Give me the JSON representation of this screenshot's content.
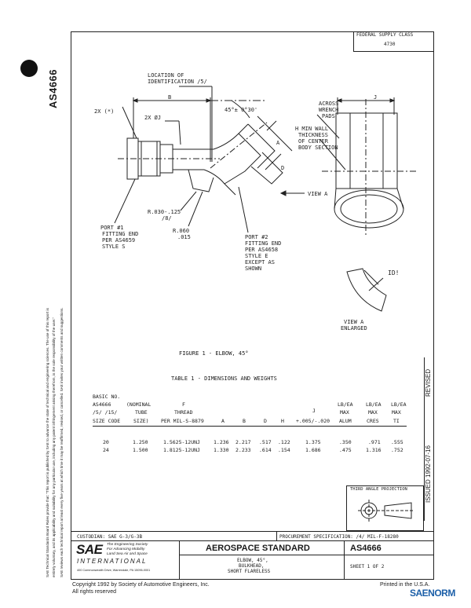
{
  "side": {
    "doc_number": "AS4666",
    "disclaimer_1": "SAE Technical Standards Board Rules provide that: \"This report is published by SAE to advance the state of technical and engineering sciences. The use of this report is",
    "disclaimer_2": "entirely voluntary, and its applicability and suitability for any particular use, including any patent infringement arising therefrom, is the sole responsibility of the user.\"",
    "disclaimer_3": "SAE reviews each technical report at least every five years at which time it may be reaffirmed, revised, or cancelled. SAE invites your written comments and suggestions."
  },
  "header": {
    "supply_class_label": "FEDERAL SUPPLY CLASS",
    "supply_class_value": "4730"
  },
  "revision": {
    "revised": "REVISED",
    "issued": "ISSUED 1992-07-16"
  },
  "drawing": {
    "loc_id_1": "LOCATION OF",
    "loc_id_2": "IDENTIFICATION /5/",
    "dim_b": "B",
    "dim_2x_top": "2X (*)",
    "dim_2x_j": "2X ØJ",
    "angle": "45°± 0°30'",
    "dim_a": "A",
    "dim_d": "D",
    "view_a": "VIEW A",
    "radius_1": "R.030-.125",
    "radius_1b": "/8/",
    "radius_2": "R.060",
    "radius_2b": ".015",
    "port1_1": "PORT #1",
    "port1_2": "FITTING END",
    "port1_3": "PER AS4659",
    "port1_4": "STYLE S",
    "port2_1": "PORT #2",
    "port2_2": "FITTING END",
    "port2_3": "PER AS4658",
    "port2_4": "STYLE E",
    "port2_5": "EXCEPT AS",
    "port2_6": "SHOWN",
    "across_1": "ACROSS",
    "across_2": "WRENCH",
    "across_3": "PADS",
    "dim_j": "J",
    "hmin_1": "H MIN WALL",
    "hmin_2": "THICKNESS",
    "hmin_3": "OF CENTER",
    "hmin_4": "BODY SECTION",
    "id_mark": "ID!",
    "view_a_enl_1": "VIEW A",
    "view_a_enl_2": "ENLARGED",
    "figure_caption": "FIGURE 1 - ELBOW, 45°"
  },
  "table": {
    "title": "TABLE 1 - DIMENSIONS AND WEIGHTS",
    "header_rows": [
      [
        "BASIC NO.",
        "",
        "",
        "",
        "",
        "",
        "",
        "",
        "",
        "",
        ""
      ],
      [
        "AS4666",
        "(NOMINAL",
        "F",
        "",
        "",
        "",
        "",
        "J",
        "LB/EA",
        "LB/EA",
        "LB/EA"
      ],
      [
        "/5/ /15/",
        "TUBE",
        "THREAD",
        "",
        "",
        "",
        "",
        "",
        "MAX",
        "MAX",
        "MAX"
      ],
      [
        "SIZE CODE",
        "SIZE)",
        "PER MIL-S-8879",
        "A",
        "B",
        "D",
        "H",
        "+.005/-.020",
        "ALUM",
        "CRES",
        "TI"
      ]
    ],
    "rows": [
      [
        "20",
        "1.250",
        "1.5625-12UNJ",
        "1.236",
        "2.217",
        ".517",
        ".122",
        "1.375",
        ".350",
        ".971",
        ".555"
      ],
      [
        "24",
        "1.500",
        "1.8125-12UNJ",
        "1.330",
        "2.233",
        ".614",
        ".154",
        "1.686",
        ".475",
        "1.316",
        ".752"
      ]
    ]
  },
  "projection": {
    "label": "THIRD ANGLE PROJECTION"
  },
  "footer": {
    "custodian": "CUSTODIAN:  SAE G-3/G-3B",
    "procurement": "PROCUREMENT SPECIFICATION:   /4/  MIL-F-18280",
    "sae_logo": "SAE",
    "sae_tag_1": "The Engineering Society",
    "sae_tag_2": "For Advancing Mobility",
    "sae_tag_3": "Land Sea Air and Space",
    "sae_international": "INTERNATIONAL",
    "sae_address": "400 Commonwealth Drive, Warrendale, PA  15096-0001",
    "title": "AEROSPACE STANDARD",
    "subtitle_1": "ELBOW, 45°,",
    "subtitle_2": "BULKHEAD,",
    "subtitle_3": "SHORT FLARELESS",
    "doc_number": "AS4666",
    "sheet": "SHEET 1 OF 2",
    "copyright": "Copyright 1992 by Society of Automotive Engineers, Inc.",
    "rights": "All rights reserved",
    "printed": "Printed in the U.S.A.",
    "watermark": "SAENORM"
  }
}
